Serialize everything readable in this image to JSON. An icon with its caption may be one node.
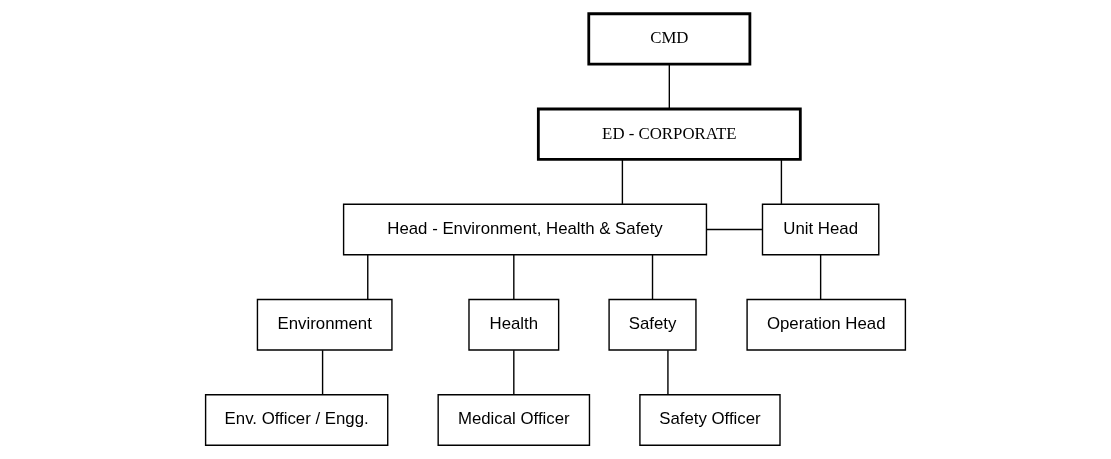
{
  "diagram": {
    "nodes": [
      {
        "text": [
          "CMD"
        ]
      },
      {
        "text": [
          "ED - CORPORATE"
        ]
      },
      {
        "text": [
          "Head - Environment, Health & Safety"
        ]
      },
      {
        "text": [
          "Unit Head"
        ]
      },
      {
        "text": [
          "Environment"
        ]
      },
      {
        "text": [
          "Health"
        ]
      },
      {
        "text": [
          "Safety"
        ]
      },
      {
        "text": [
          "Operation Head"
        ]
      },
      {
        "text": [
          "Env. Officer / Engg."
        ]
      },
      {
        "text": [
          "Medical Officer"
        ]
      },
      {
        "text": [
          "Safety Officer"
        ]
      }
    ],
    "edges": [
      {
        "from": 0,
        "to": 1,
        "arrow": "none"
      },
      {
        "from": 1,
        "to": 2,
        "arrow": "none"
      },
      {
        "from": 1,
        "to": 3,
        "arrow": "none"
      },
      {
        "from": 2,
        "to": 3,
        "arrow": "none"
      },
      {
        "from": 2,
        "to": 4,
        "arrow": "none"
      },
      {
        "from": 2,
        "to": 5,
        "arrow": "none"
      },
      {
        "from": 2,
        "to": 6,
        "arrow": "none"
      },
      {
        "from": 3,
        "to": 7,
        "arrow": "none"
      },
      {
        "from": 4,
        "to": 8,
        "arrow": "none"
      },
      {
        "from": 5,
        "to": 9,
        "arrow": "none"
      },
      {
        "from": 6,
        "to": 10,
        "arrow": "none"
      }
    ]
  }
}
